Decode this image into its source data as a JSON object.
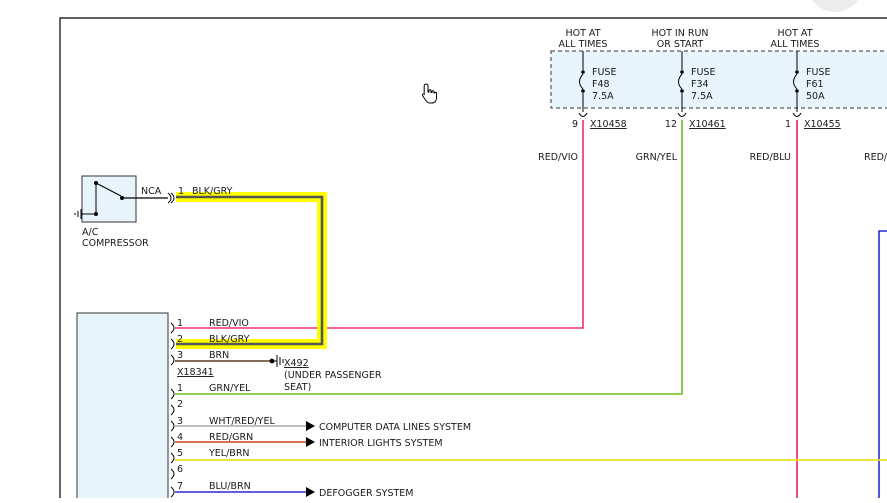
{
  "supplies": [
    {
      "hot_lines": [
        "HOT AT",
        "ALL TIMES"
      ],
      "fuse_lines": [
        "FUSE",
        "F48",
        "7.5A"
      ],
      "pin": "9",
      "connector": "X10458",
      "wire": "RED/VIO"
    },
    {
      "hot_lines": [
        "HOT IN RUN",
        "OR START"
      ],
      "fuse_lines": [
        "FUSE",
        "F34",
        "7.5A"
      ],
      "pin": "12",
      "connector": "X10461",
      "wire": "GRN/YEL"
    },
    {
      "hot_lines": [
        "HOT AT",
        "ALL TIMES"
      ],
      "fuse_lines": [
        "FUSE",
        "F61",
        "50A"
      ],
      "pin": "1",
      "connector": "X10455",
      "wire": "RED/BLU"
    }
  ],
  "partial_wire_label": "RED/",
  "ac_compressor": {
    "lines": [
      "A/C",
      "COMPRESSOR"
    ],
    "connector_label": "NCA",
    "pin": "1",
    "wire": "BLK/GRY"
  },
  "module_connector_a": {
    "name": "X18341",
    "pins": [
      {
        "pin": "1",
        "wire": "RED/VIO"
      },
      {
        "pin": "2",
        "wire": "BLK/GRY"
      },
      {
        "pin": "3",
        "wire": "BRN"
      }
    ]
  },
  "ground": {
    "lines": [
      "X492",
      "(UNDER PASSENGER",
      "SEAT)"
    ]
  },
  "module_connector_b": {
    "pins": [
      {
        "pin": "1",
        "wire": "GRN/YEL",
        "dest": ""
      },
      {
        "pin": "2",
        "wire": "",
        "dest": ""
      },
      {
        "pin": "3",
        "wire": "WHT/RED/YEL",
        "dest": "COMPUTER DATA LINES SYSTEM"
      },
      {
        "pin": "4",
        "wire": "RED/GRN",
        "dest": "INTERIOR LIGHTS SYSTEM"
      },
      {
        "pin": "5",
        "wire": "YEL/BRN",
        "dest": ""
      },
      {
        "pin": "6",
        "wire": "",
        "dest": ""
      },
      {
        "pin": "7",
        "wire": "BLU/BRN",
        "dest": "DEFOGGER SYSTEM"
      }
    ]
  },
  "colors": {
    "red_vio": "#f0306a",
    "grn_yel": "#6cbf1c",
    "red_blu": "#e8205a",
    "blk_gry": "#555555",
    "highlight": "#ffff00",
    "brn": "#5a3a1a",
    "wht_red_yel": "#aaaaaa",
    "red_grn": "#d0401a",
    "yel_brn": "#e8e020",
    "blu_brn": "#2b2bd0",
    "module_fill": "#e8f4fc",
    "fuse_box_fill": "#e8f4fc"
  },
  "icons": [
    "hand-cursor-icon",
    "switch-icon",
    "ground-icon",
    "fuse-icon",
    "arrow-right-icon"
  ]
}
